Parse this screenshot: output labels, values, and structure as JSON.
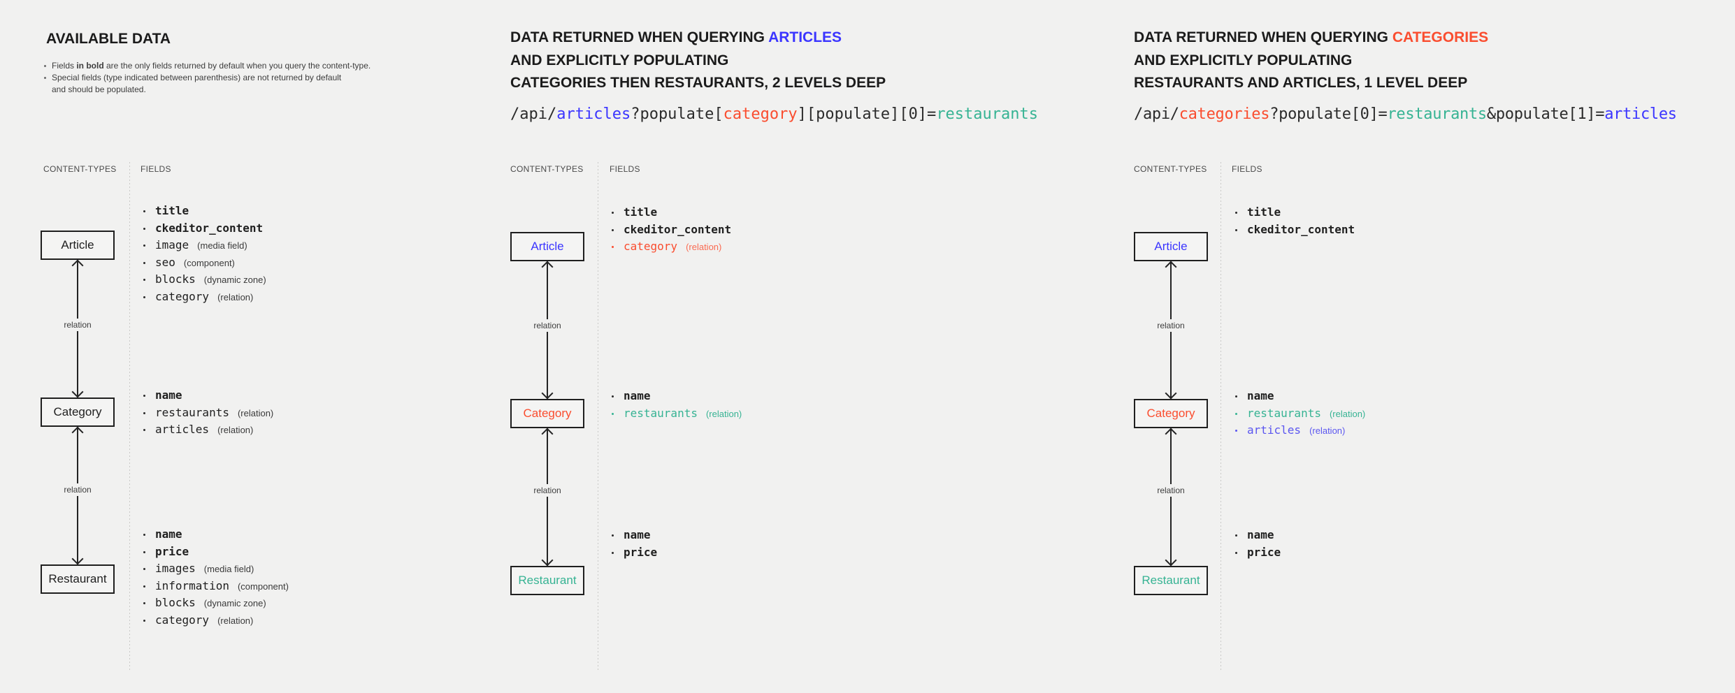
{
  "panels": [
    {
      "heading_lines": [
        "AVAILABLE DATA"
      ],
      "heading_accent": "",
      "bullets": [
        "Fields in bold are the only fields returned by default when you query the content-type.",
        "Special fields (type indicated between parenthesis) are not returned by default",
        "and should be populated."
      ],
      "captions": {
        "content_types": "CONTENT-TYPES",
        "fields": "FIELDS"
      },
      "entities": [
        {
          "label": "Article",
          "color": "default"
        },
        {
          "label": "Category",
          "color": "default"
        },
        {
          "label": "Restaurant",
          "color": "default"
        }
      ],
      "relation_label": "relation",
      "field_groups": [
        [
          {
            "name": "title",
            "type": "",
            "bold": true,
            "color": ""
          },
          {
            "name": "ckeditor_content",
            "type": "",
            "bold": true,
            "color": ""
          },
          {
            "name": "image",
            "type": "(media field)",
            "bold": false,
            "color": ""
          },
          {
            "name": "seo",
            "type": "(component)",
            "bold": false,
            "color": ""
          },
          {
            "name": "blocks",
            "type": "(dynamic zone)",
            "bold": false,
            "color": ""
          },
          {
            "name": "category",
            "type": "(relation)",
            "bold": false,
            "color": ""
          }
        ],
        [
          {
            "name": "name",
            "type": "",
            "bold": true,
            "color": ""
          },
          {
            "name": "restaurants",
            "type": "(relation)",
            "bold": false,
            "color": ""
          },
          {
            "name": "articles",
            "type": "(relation)",
            "bold": false,
            "color": ""
          }
        ],
        [
          {
            "name": "name",
            "type": "",
            "bold": true,
            "color": ""
          },
          {
            "name": "price",
            "type": "",
            "bold": true,
            "color": ""
          },
          {
            "name": "images",
            "type": "(media field)",
            "bold": false,
            "color": ""
          },
          {
            "name": "information",
            "type": "(component)",
            "bold": false,
            "color": ""
          },
          {
            "name": "blocks",
            "type": "(dynamic zone)",
            "bold": false,
            "color": ""
          },
          {
            "name": "category",
            "type": "(relation)",
            "bold": false,
            "color": ""
          }
        ]
      ]
    },
    {
      "heading_lines": [
        "DATA RETURNED WHEN QUERYING ARTICLES",
        "AND EXPLICITLY POPULATING",
        "CATEGORIES THEN RESTAURANTS, 2 LEVELS DEEP"
      ],
      "heading_accent": "ARTICLES",
      "endpoint": "/api/articles?populate[category][populate][0]=restaurants",
      "captions": {
        "content_types": "CONTENT-TYPES",
        "fields": "FIELDS"
      },
      "entities": [
        {
          "label": "Article",
          "color": "blue"
        },
        {
          "label": "Category",
          "color": "red"
        },
        {
          "label": "Restaurant",
          "color": "teal"
        }
      ],
      "relation_label": "relation",
      "field_groups": [
        [
          {
            "name": "title",
            "type": "",
            "bold": true,
            "color": ""
          },
          {
            "name": "ckeditor_content",
            "type": "",
            "bold": true,
            "color": ""
          },
          {
            "name": "category",
            "type": "(relation)",
            "bold": false,
            "color": "c-red"
          }
        ],
        [
          {
            "name": "name",
            "type": "",
            "bold": true,
            "color": ""
          },
          {
            "name": "restaurants",
            "type": "(relation)",
            "bold": false,
            "color": "c-teal"
          }
        ],
        [
          {
            "name": "name",
            "type": "",
            "bold": true,
            "color": ""
          },
          {
            "name": "price",
            "type": "",
            "bold": true,
            "color": ""
          }
        ]
      ]
    },
    {
      "heading_lines": [
        "DATA RETURNED WHEN QUERYING CATEGORIES",
        "AND EXPLICITLY POPULATING",
        "RESTAURANTS AND ARTICLES, 1 LEVEL DEEP"
      ],
      "heading_accent": "CATEGORIES",
      "endpoint": "/api/categories?populate[0]=restaurants&populate[1]=articles",
      "captions": {
        "content_types": "CONTENT-TYPES",
        "fields": "FIELDS"
      },
      "entities": [
        {
          "label": "Article",
          "color": "blue"
        },
        {
          "label": "Category",
          "color": "red"
        },
        {
          "label": "Restaurant",
          "color": "teal"
        }
      ],
      "relation_label": "relation",
      "field_groups": [
        [
          {
            "name": "title",
            "type": "",
            "bold": true,
            "color": ""
          },
          {
            "name": "ckeditor_content",
            "type": "",
            "bold": true,
            "color": ""
          }
        ],
        [
          {
            "name": "name",
            "type": "",
            "bold": true,
            "color": ""
          },
          {
            "name": "restaurants",
            "type": "(relation)",
            "bold": false,
            "color": "c-teal"
          },
          {
            "name": "articles",
            "type": "(relation)",
            "bold": false,
            "color": "c-blue"
          }
        ],
        [
          {
            "name": "name",
            "type": "",
            "bold": true,
            "color": ""
          },
          {
            "name": "price",
            "type": "",
            "bold": true,
            "color": ""
          }
        ]
      ]
    }
  ],
  "colors": {
    "background": "#f1f1f0",
    "accent_blue": "#3b35ff",
    "accent_red": "#fa4d2f",
    "accent_teal": "#36b393",
    "ink": "#1f1f1f"
  }
}
